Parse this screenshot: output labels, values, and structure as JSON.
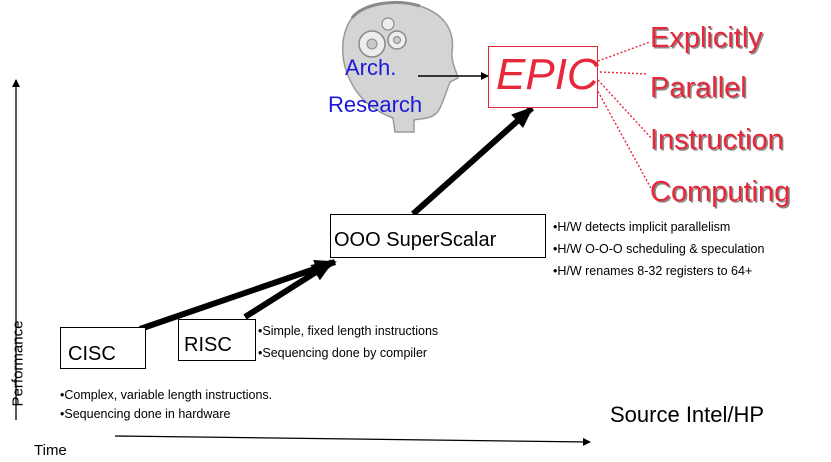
{
  "axes": {
    "y_label": "Performance",
    "x_label": "Time"
  },
  "source": "Source Intel/HP",
  "nodes": {
    "cisc": {
      "label": "CISC",
      "notes": [
        "•Complex, variable length instructions.",
        "•Sequencing done in hardware"
      ]
    },
    "risc": {
      "label": "RISC",
      "notes": [
        "•Simple, fixed length instructions",
        "•Sequencing done by compiler"
      ]
    },
    "ooo": {
      "label": "OOO SuperScalar",
      "notes": [
        "•H/W detects implicit parallelism",
        "•H/W O-O-O scheduling & speculation",
        "•H/W renames 8-32 registers to 64+"
      ]
    },
    "epic": {
      "label": "EPIC",
      "expansion": [
        "Explicitly",
        "Parallel",
        "Instruction",
        "Computing"
      ]
    },
    "research": {
      "lines": [
        "Arch.",
        "Research"
      ]
    }
  },
  "colors": {
    "epic_red": "#e8283a",
    "research_blue": "#1a1adb",
    "head_gray": "#c9c9c9"
  }
}
